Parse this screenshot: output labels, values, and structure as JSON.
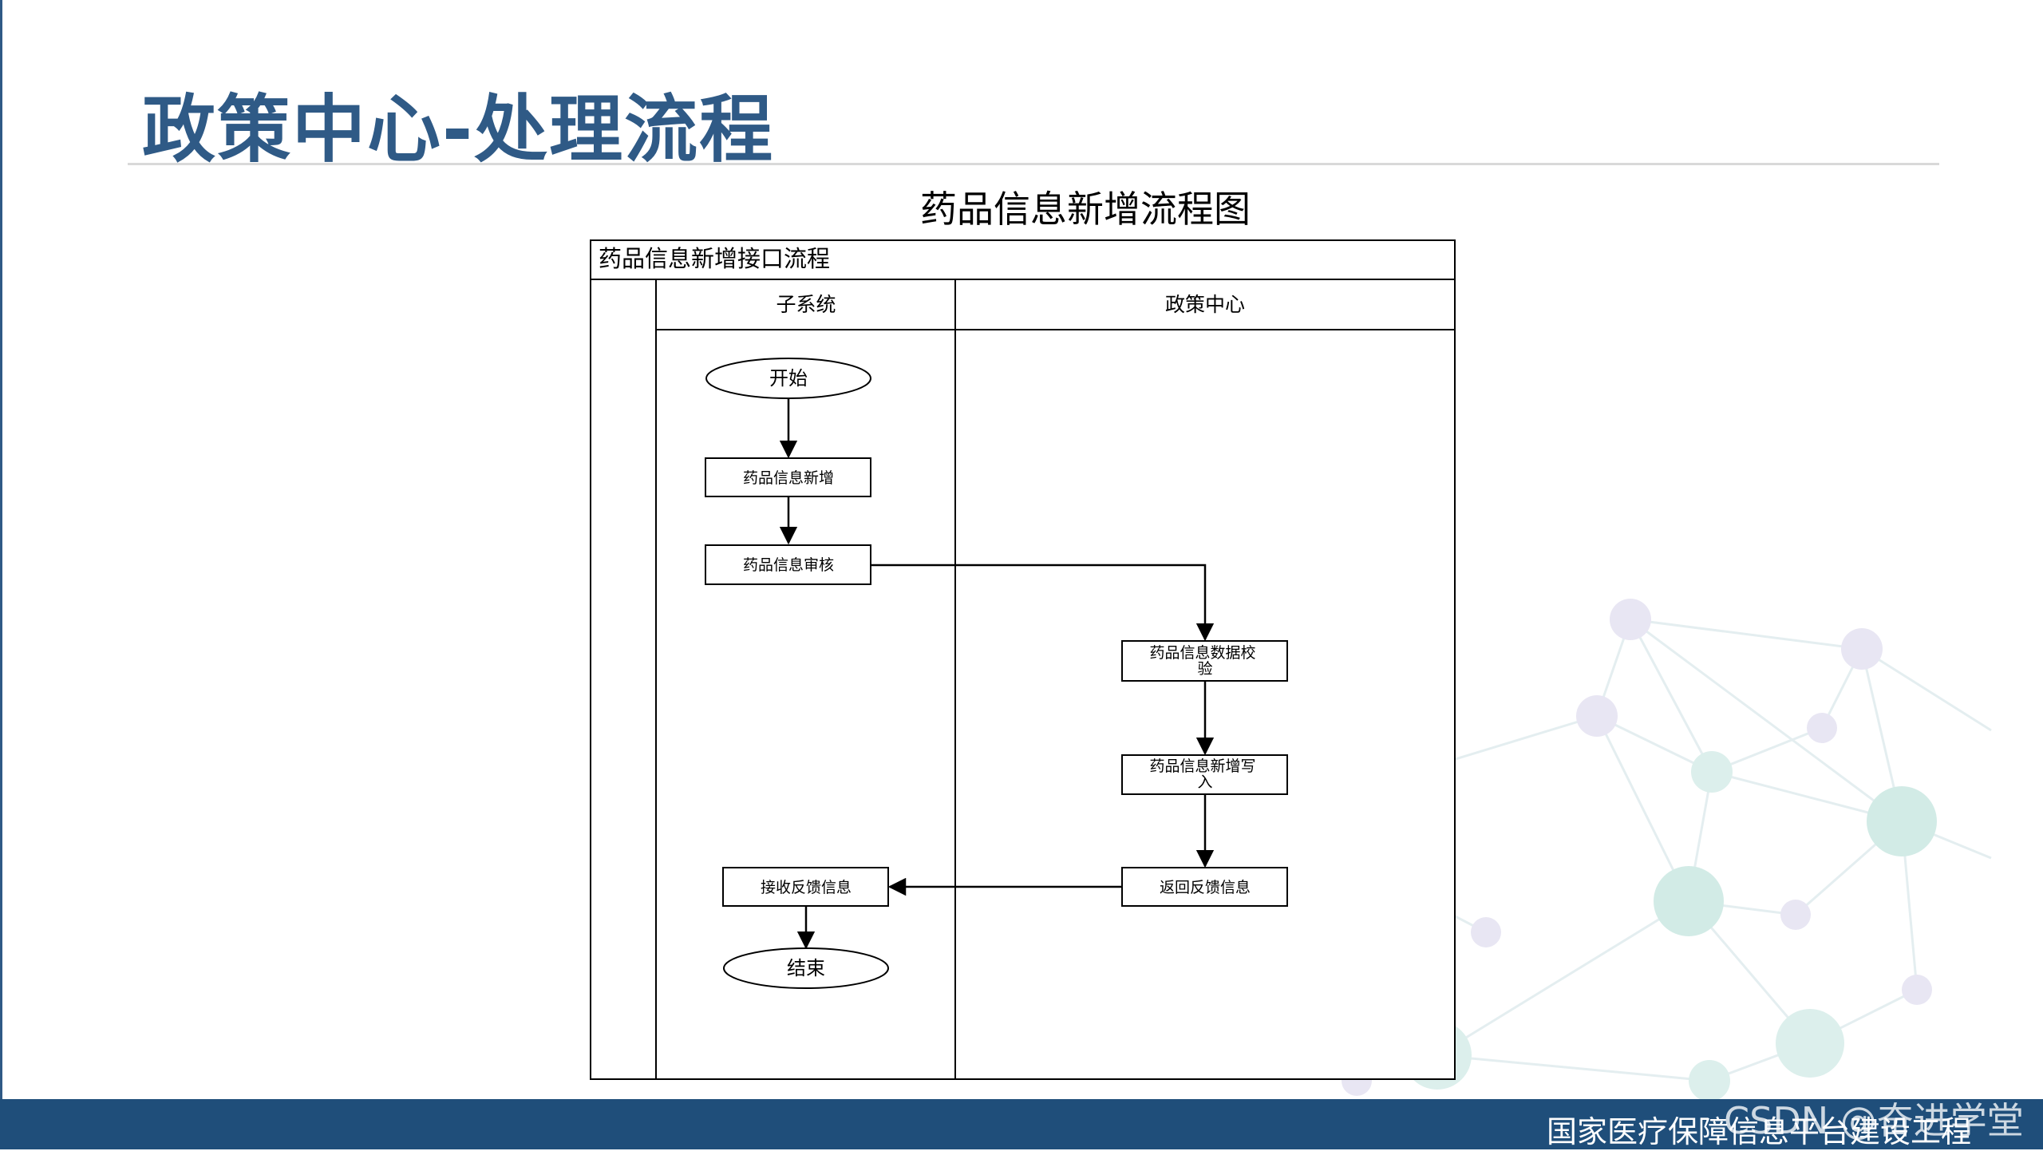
{
  "slide": {
    "title": "政策中心-处理流程",
    "footer": "国家医疗保障信息平台建设工程",
    "watermark": "CSDN @奋进学堂"
  },
  "diagram": {
    "title": "药品信息新增流程图",
    "header": "药品信息新增接口流程",
    "lanes": [
      "子系统",
      "政策中心"
    ],
    "nodes": {
      "start": "开始",
      "add": "药品信息新增",
      "review": "药品信息审核",
      "validate": "药品信息数据校验",
      "write": "药品信息新增写入",
      "feedback": "返回反馈信息",
      "receive": "接收反馈信息",
      "end": "结束"
    }
  },
  "colors": {
    "brand": "#2f5a86",
    "footer": "#1f4e7a",
    "network": "#c9e4e0"
  }
}
